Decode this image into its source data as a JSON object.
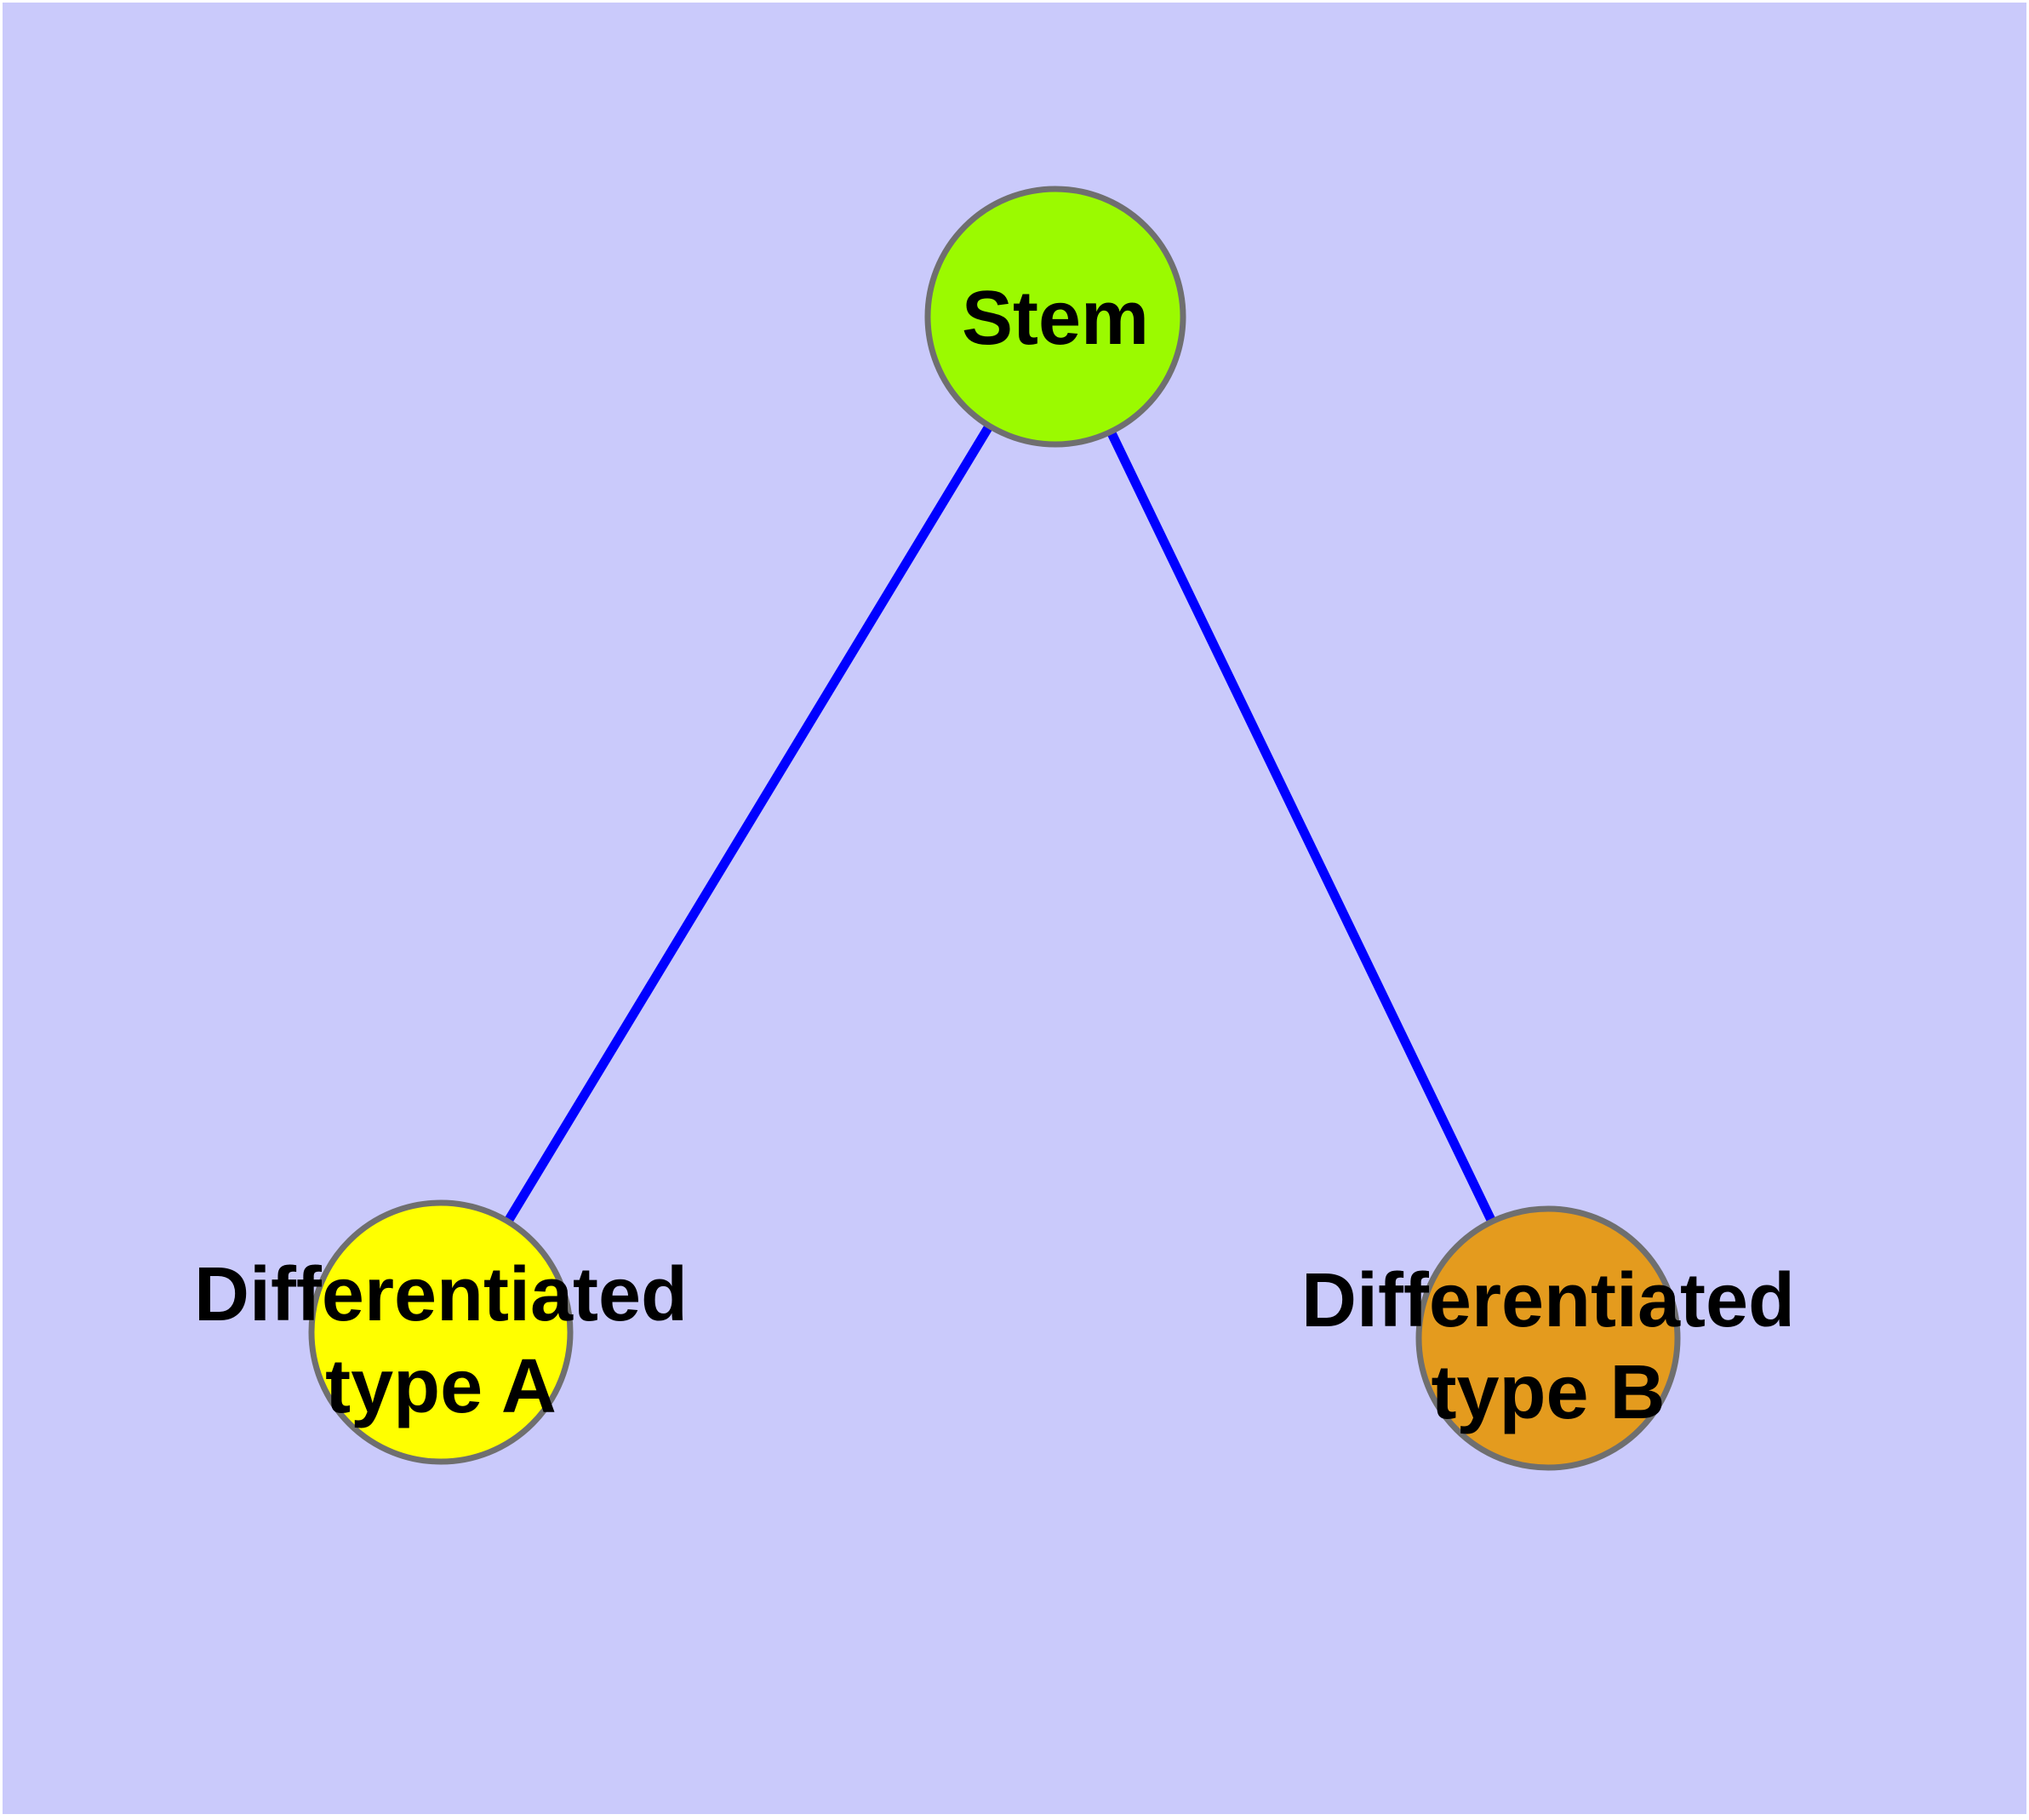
{
  "diagram": {
    "background_color": "#cacafb",
    "frame_color": "#ffffff",
    "edge_color": "#0000ff",
    "node_stroke_color": "#6f6f6f",
    "text_color": "#000000",
    "nodes": [
      {
        "id": "stem",
        "label": "Stem",
        "lines": [
          "Stem"
        ],
        "fill": "#9bfa00"
      },
      {
        "id": "differentiated-type-a",
        "label": "Differentiated type A",
        "lines": [
          "Differentiated",
          "type A"
        ],
        "fill": "#ffff00"
      },
      {
        "id": "differentiated-type-b",
        "label": "Differentiated type B",
        "lines": [
          "Differentiated",
          "type B"
        ],
        "fill": "#e49b1e"
      }
    ],
    "edges": [
      {
        "from": "Stem",
        "to": "Differentiated type A"
      },
      {
        "from": "Stem",
        "to": "Differentiated type B"
      }
    ]
  }
}
